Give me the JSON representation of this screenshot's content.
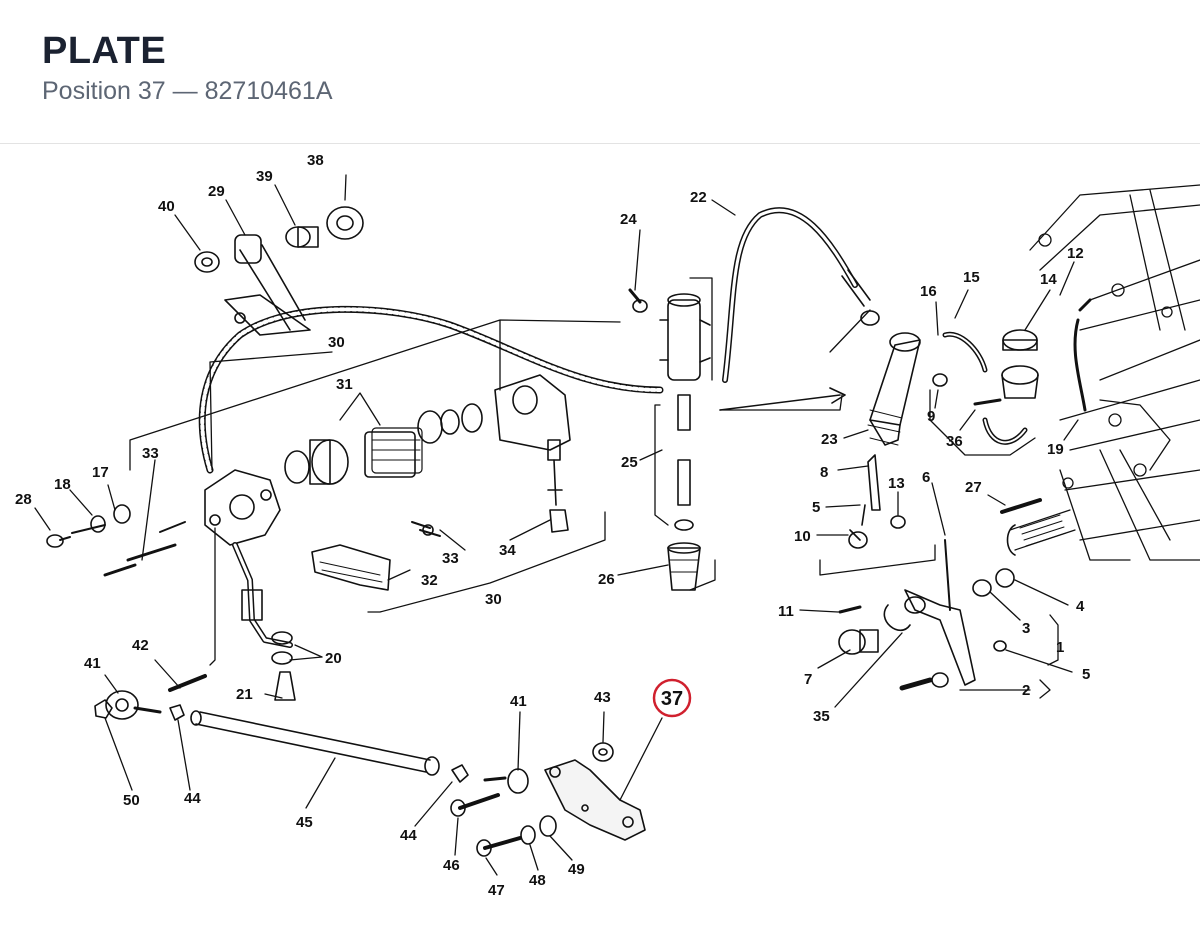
{
  "header": {
    "title": "PLATE",
    "subtitle": "Position 37 — 82710461A"
  },
  "highlight": {
    "label": "37",
    "color": "#d0202e"
  },
  "callouts": {
    "c1": "1",
    "c2": "2",
    "c3": "3",
    "c4": "4",
    "c5a": "5",
    "c5b": "5",
    "c6": "6",
    "c7": "7",
    "c8": "8",
    "c9": "9",
    "c10": "10",
    "c11": "11",
    "c12": "12",
    "c13": "13",
    "c14": "14",
    "c15": "15",
    "c16": "16",
    "c17": "17",
    "c18": "18",
    "c19": "19",
    "c20": "20",
    "c21": "21",
    "c22": "22",
    "c23": "23",
    "c24": "24",
    "c25": "25",
    "c26": "26",
    "c27": "27",
    "c28": "28",
    "c29": "29",
    "c30a": "30",
    "c30b": "30",
    "c31": "31",
    "c32": "32",
    "c33a": "33",
    "c33b": "33",
    "c34": "34",
    "c35": "35",
    "c36": "36",
    "c38": "38",
    "c39": "39",
    "c40": "40",
    "c41a": "41",
    "c41b": "41",
    "c42": "42",
    "c43": "43",
    "c44a": "44",
    "c44b": "44",
    "c45": "45",
    "c46": "46",
    "c47": "47",
    "c48": "48",
    "c49": "49",
    "c50": "50"
  }
}
